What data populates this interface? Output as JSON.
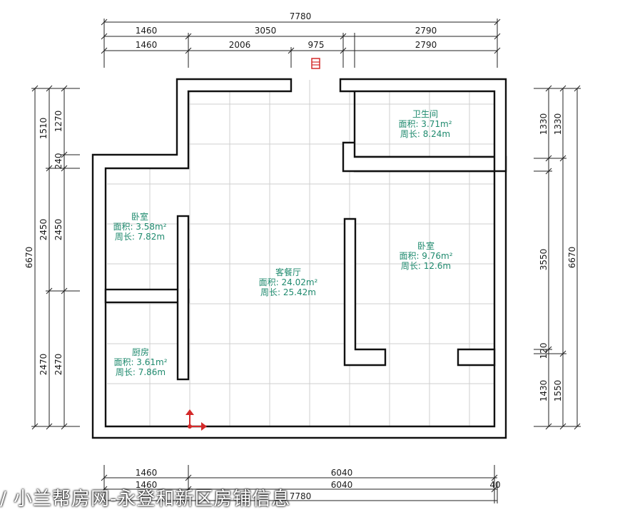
{
  "dimensions": {
    "top_total": "7780",
    "top_row1": [
      "1460",
      "3050",
      "2790"
    ],
    "top_row2": [
      "1460",
      "2006",
      "975",
      "2790"
    ],
    "left_outer": "6670",
    "left_mid": [
      "1510",
      "2450",
      "2470"
    ],
    "left_inner": [
      "1270",
      "240",
      "2450",
      "2470"
    ],
    "right_inner": [
      "1330",
      "3550",
      "120",
      "1430"
    ],
    "right_mid": [
      "1330",
      "1550"
    ],
    "right_outer": "6670",
    "bottom_row1": [
      "1460",
      "6040"
    ],
    "bottom_row2": [
      "1460",
      "6040",
      "40"
    ],
    "bottom_total": "7780"
  },
  "rooms": {
    "bathroom": {
      "name": "卫生间",
      "area": "面积: 3.71m²",
      "perimeter": "周长: 8.24m"
    },
    "bedroom_small": {
      "name": "卧室",
      "area": "面积: 3.58m²",
      "perimeter": "周长: 7.82m"
    },
    "living": {
      "name": "客餐厅",
      "area": "面积: 24.02m²",
      "perimeter": "周长: 25.42m"
    },
    "bedroom_large": {
      "name": "卧室",
      "area": "面积: 9.76m²",
      "perimeter": "周长: 12.6m"
    },
    "kitchen": {
      "name": "厨房",
      "area": "面积: 3.61m²",
      "perimeter": "周长: 7.86m"
    }
  },
  "watermark": "/ 小兰帮房网-永登和新区房铺信息",
  "colors": {
    "room_text": "#1f8a6e",
    "wall": "#111111",
    "grid": "#cfcfcf",
    "marker": "#d42a2a"
  },
  "icons": [
    "door-marker-icon",
    "origin-axis-icon"
  ]
}
